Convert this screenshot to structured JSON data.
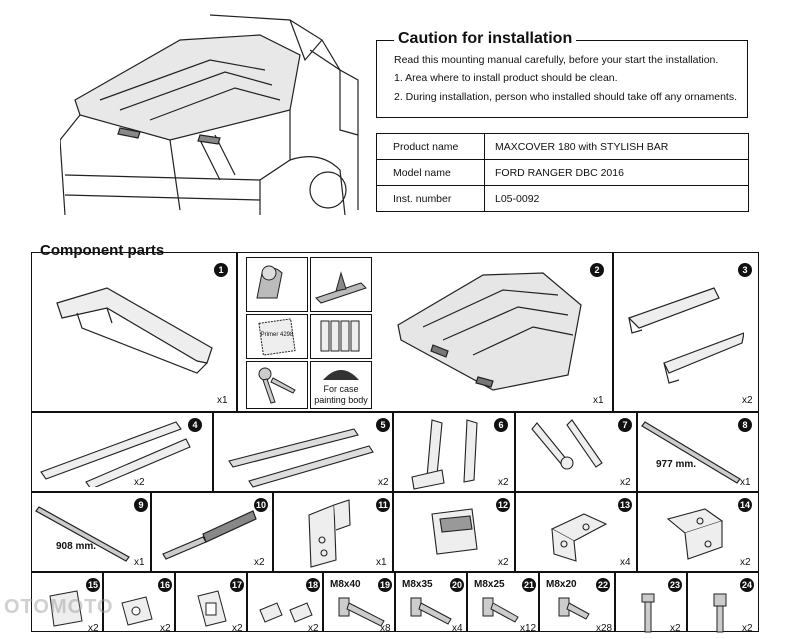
{
  "caution": {
    "title": "Caution for installation",
    "lines": [
      "Read this mounting manual carefully, before your start the installation.",
      "1. Area where to install product should be clean.",
      "2. During installation, person who installed should take off any ornaments."
    ]
  },
  "product_table": {
    "rows": [
      {
        "label": "Product name",
        "value": "MAXCOVER 180 with STYLISH BAR"
      },
      {
        "label": "Model name",
        "value": "FORD RANGER DBC 2016"
      },
      {
        "label": "Inst. number",
        "value": "L05-0092"
      }
    ]
  },
  "components": {
    "title": "Component parts",
    "kit_label": "For case painting body",
    "pad_text": "Primer 4298",
    "parts": [
      {
        "num": "1",
        "qty": "x1"
      },
      {
        "num": "2",
        "qty": "x1"
      },
      {
        "num": "3",
        "qty": "x2"
      },
      {
        "num": "4",
        "qty": "x2"
      },
      {
        "num": "5",
        "qty": "x2"
      },
      {
        "num": "6",
        "qty": "x2"
      },
      {
        "num": "7",
        "qty": "x2"
      },
      {
        "num": "8",
        "qty": "x1",
        "label": "977 mm."
      },
      {
        "num": "9",
        "qty": "x1",
        "label": "908 mm."
      },
      {
        "num": "10",
        "qty": "x2"
      },
      {
        "num": "11",
        "qty": "x1"
      },
      {
        "num": "12",
        "qty": "x2"
      },
      {
        "num": "13",
        "qty": "x4"
      },
      {
        "num": "14",
        "qty": "x2"
      },
      {
        "num": "15",
        "qty": "x2"
      },
      {
        "num": "16",
        "qty": "x2"
      },
      {
        "num": "17",
        "qty": "x2"
      },
      {
        "num": "18",
        "qty": "x2"
      },
      {
        "num": "19",
        "qty": "x8",
        "label": "M8x40"
      },
      {
        "num": "20",
        "qty": "x4",
        "label": "M8x35"
      },
      {
        "num": "21",
        "qty": "x12",
        "label": "M8x25"
      },
      {
        "num": "22",
        "qty": "x28",
        "label": "M8x20"
      },
      {
        "num": "23",
        "qty": "x2"
      },
      {
        "num": "24",
        "qty": "x2"
      }
    ]
  },
  "watermark": "OTOMOTO"
}
